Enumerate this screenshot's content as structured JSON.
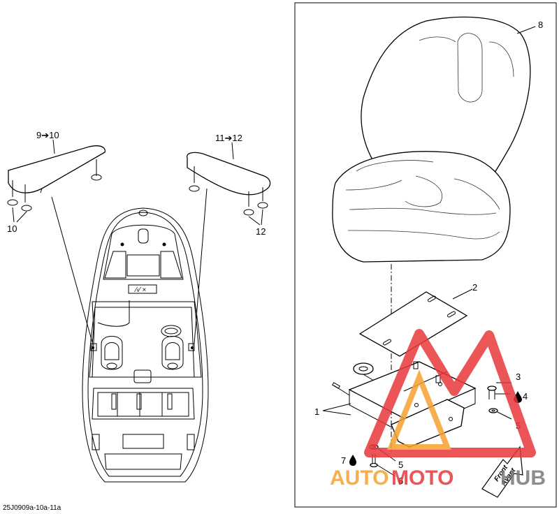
{
  "diagram_code": "25J0909a-10a-11a",
  "callouts": {
    "c1": "1",
    "c2": "2",
    "c3": "3",
    "c4": "4",
    "c5a": "5",
    "c5b": "5",
    "c6": "6",
    "c7": "7",
    "c8": "8",
    "c9_10": "9➔10",
    "c10": "10",
    "c11_12": "11➔12",
    "c12": "12"
  },
  "front_arrow": {
    "line1": "Front",
    "line2": "Avant"
  },
  "watermark": {
    "part1": "AUTO",
    "part2": "MOTO",
    "part3": "HUB"
  },
  "colors": {
    "line": "#000000",
    "watermark_orange": "#f5a030",
    "watermark_red": "#e8383a",
    "watermark_grey": "#7a7a7a"
  }
}
